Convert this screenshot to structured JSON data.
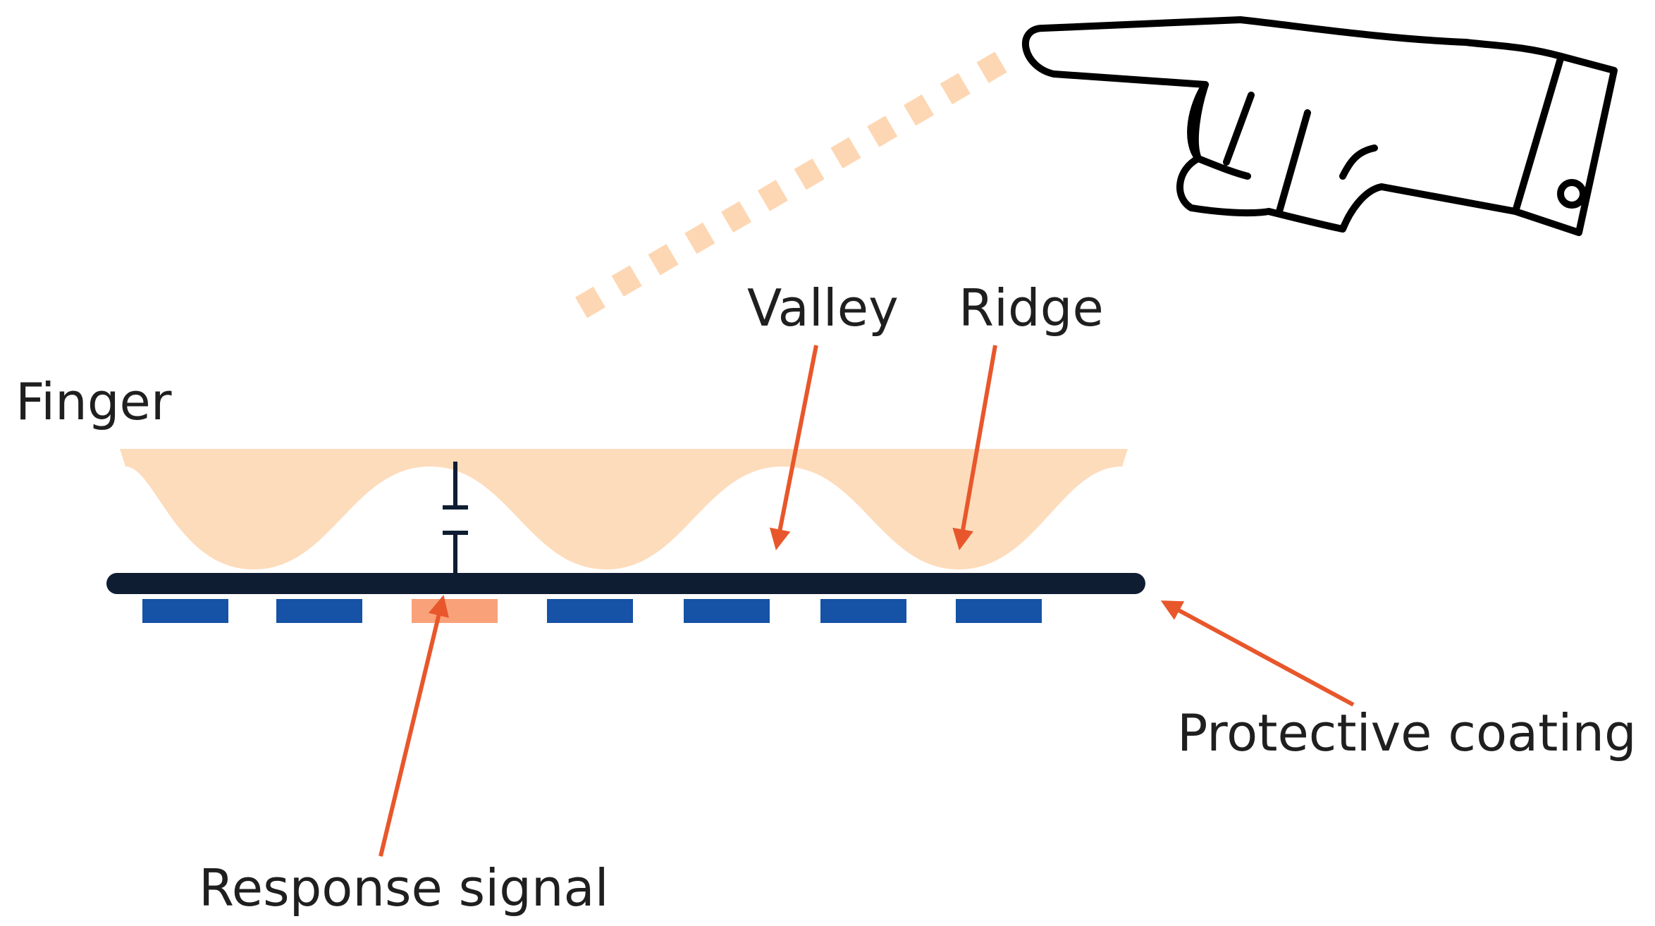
{
  "labels": {
    "finger": "Finger",
    "valley": "Valley",
    "ridge": "Ridge",
    "protective_coating": "Protective coating",
    "response_signal": "Response signal"
  },
  "colors": {
    "finger_fill": "#fddcbc",
    "dotted_line": "#fdd7b3",
    "coating": "#0f1d33",
    "sensor_normal": "#1652a6",
    "sensor_active": "#f9a27a",
    "arrow": "#e8572b",
    "capacitor": "#0f1d33",
    "hand_stroke": "#000000"
  },
  "icons": {
    "hand": "pointing-hand-icon",
    "capacitor": "capacitor-symbol-icon"
  },
  "sensors": [
    {
      "state": "normal"
    },
    {
      "state": "normal"
    },
    {
      "state": "active"
    },
    {
      "state": "normal"
    },
    {
      "state": "normal"
    },
    {
      "state": "normal"
    },
    {
      "state": "normal"
    }
  ]
}
